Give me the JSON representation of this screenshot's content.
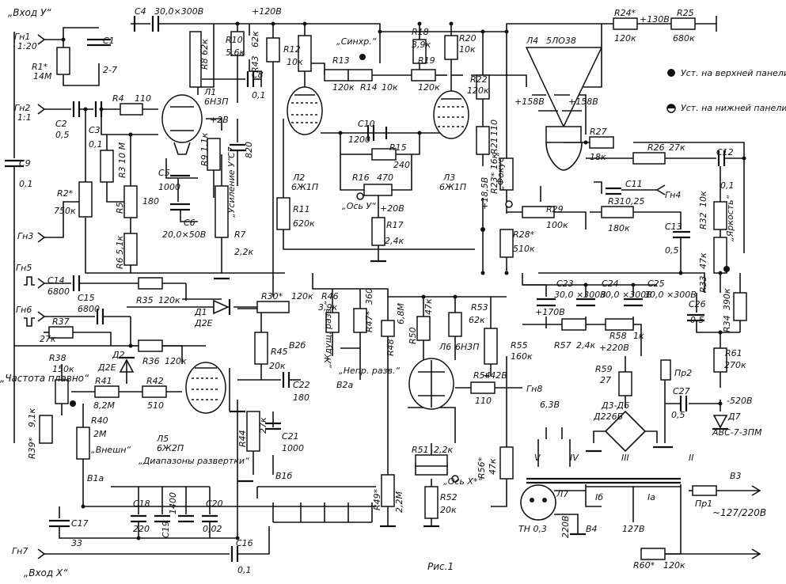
{
  "figure_caption": "Рис.1",
  "inputs": {
    "vhod_y": "„Вход У“",
    "vhod_x": "„Вход Х“",
    "gn1": "Гн1",
    "gn1_ratio": "1:20",
    "gn2": "Гн2",
    "gn2_ratio": "1:1",
    "gn3": "Гн3",
    "gn4": "Гн4",
    "gn5": "Гн5",
    "gn6": "Гн6",
    "gn7": "Гн7",
    "gn8": "Гн8"
  },
  "rails": {
    "plus120": "+120В",
    "plus130": "+130В",
    "plus42": "+42В",
    "plus2": "+2В",
    "plus20": "+20В",
    "plus158a": "+158В",
    "plus158b": "+158В",
    "minus520": "-520В",
    "plus185": "+18,5В",
    "plus220": "+220В",
    "plus170": "+170В",
    "v63": "6,3В",
    "v127": "127В",
    "v220": "220В",
    "mains": "~127/220В"
  },
  "tubes": {
    "l1": "Л1",
    "l1_type": "6Н3П",
    "l2": "Л2",
    "l2_type": "6Ж1П",
    "l3": "Л3",
    "l3_type": "6Ж1П",
    "l4": "Л4",
    "l4_type": "5ЛО38",
    "l5": "Л5",
    "l5_type": "6Ж2П",
    "l6": "Л6",
    "l6_type": "6Н3П",
    "l7": "Л7",
    "l7_type": "ТН 0,3"
  },
  "resistors": {
    "r1": "R1*",
    "r1_val": "14М",
    "r2": "R2*",
    "r2_val": "750к",
    "r3": "R3 10 М",
    "r4": "R4",
    "r4_val": "110",
    "r5": "R5",
    "r5_val": "180",
    "r6": "R6 5,1к",
    "r7": "R7",
    "r7_val": "2,2к",
    "r8": "R8 62к",
    "r9": "R9 1,1к",
    "r10": "R10",
    "r10_val": "5,6к",
    "r11": "R11",
    "r11_val": "620к",
    "r12": "R12",
    "r12_val": "10к",
    "r13": "R13",
    "r13_val": "120к",
    "r14": "R14",
    "r14_val": "10к",
    "r15": "R15",
    "r15_val": "240",
    "r16": "R16",
    "r16_val": "470",
    "r17": "R17",
    "r17_val": "2,4к",
    "r18": "R18",
    "r18_val": "3,9к",
    "r19": "R19",
    "r19_val": "120к",
    "r20": "R20",
    "r20_val": "10к",
    "r21": "R21",
    "r21_val": "110",
    "r22": "R22",
    "r22_val": "120к",
    "r23": "R23* 16к",
    "r24": "R24*",
    "r24_val": "120к",
    "r25": "R25",
    "r25_val": "680к",
    "r26": "R26",
    "r26_val": "27к",
    "r27": "R27",
    "r27_val": "18к",
    "r28": "R28*",
    "r28_val": "510к",
    "r29": "R29",
    "r29_val": "100к",
    "r30": "R30*",
    "r30_val": "120к",
    "r31": "R31",
    "r31_val": "180к",
    "r32": "R32",
    "r32_val": "10к",
    "r33": "R33",
    "r33_val": "47к",
    "r34": "R34",
    "r34_val": "390к",
    "r35": "R35",
    "r35_val": "120к",
    "r36": "R36",
    "r36_val": "120к",
    "r37": "R37",
    "r37_val": "27к",
    "r38": "R38",
    "r38_val": "150к",
    "r39": "R39*",
    "r39_val": "9,1к",
    "r40": "R40",
    "r40_val": "2М",
    "r41": "R41",
    "r41_val": "8,2М",
    "r42": "R42",
    "r42_val": "510",
    "r43": "R43",
    "r43_val": "62к",
    "r44": "R44",
    "r44_val": "27к",
    "r45": "R45",
    "r45_val": "20к",
    "r46": "R46",
    "r46_val": "3,9к",
    "r47": "R47*",
    "r47_val": "360",
    "r48": "R48",
    "r48_val": "6,8М",
    "r49": "R49*",
    "r49_val": "2,2М",
    "r50": "R50",
    "r50_val": "47к",
    "r51": "R51",
    "r51_val": "2,2к",
    "r52": "R52",
    "r52_val": "20к",
    "r53": "R53",
    "r53_val": "62к",
    "r54": "R54",
    "r54_val": "110",
    "r55": "R55",
    "r55_val": "160к",
    "r56": "R56*",
    "r56_val": "47к",
    "r57": "R57",
    "r57_val": "2,4к",
    "r58": "R58",
    "r58_val": "1к",
    "r59": "R59",
    "r59_val": "27",
    "r60": "R60*",
    "r60_val": "120к",
    "r61": "R61",
    "r61_val": "270к"
  },
  "capacitors": {
    "c1": "C1",
    "c1_val": "2-7",
    "c2": "C2",
    "c2_val": "0,5",
    "c3": "C3",
    "c3_val": "0,1",
    "c4": "C4",
    "c4_val": "30,0×300В",
    "c5": "C5",
    "c5_val": "1000",
    "c6": "C6",
    "c6_val": "20,0×50В",
    "c7": "C7",
    "c7_val": "820",
    "c8": "C8",
    "c8_val": "0,1",
    "c9": "C9",
    "c9_val": "0,1",
    "c10": "C10",
    "c10_val": "1200",
    "c11": "C11",
    "c11_val": "0,25",
    "c12": "C12",
    "c12_val": "0,1",
    "c13": "C13",
    "c13_val": "0,5",
    "c14": "C14",
    "c14_val": "6800",
    "c15": "C15",
    "c15_val": "6800",
    "c16": "C16",
    "c16_val": "0,1",
    "c17": "C17",
    "c17_val": "33",
    "c18": "C18",
    "c18_val": "220",
    "c19": "C19",
    "c19_val": "1400",
    "c20": "C20",
    "c20_val": "0,02",
    "c21": "C21",
    "c21_val": "1000",
    "c22": "C22",
    "c22_val": "180",
    "c23": "C23",
    "c23_val": "30,0 ×300В",
    "c24": "C24",
    "c24_val": "30,0 ×300В",
    "c25": "C25",
    "c25_val": "30,0 ×300В",
    "c26": "C26",
    "c26_val": "0,5",
    "c27": "C27",
    "c27_val": "0,5"
  },
  "diodes": {
    "d1": "Д1",
    "d1_type": "Д2Е",
    "d2": "Д2",
    "d2_type": "Д2Е",
    "d3": "Д3-Д6",
    "d3_type": "Д226Б",
    "d7": "Д7",
    "d7_type": "АВС-7-3ПМ"
  },
  "controls": {
    "sinhr": "„Синхр.“",
    "usilenie_y": "„Усиление У“",
    "os_y": "„Ось У“",
    "os_x": "„Ось Х*“",
    "fokus": "„Фокус“",
    "yarkost": "„Яркость“",
    "chastota": "„Частота плавно“",
    "vnesh": "„Внешн“",
    "diapazony": "„Диапазоны развертки“",
    "zhdushch": "„Ждущ. разв.“",
    "nepr": "„Непр. разв.“"
  },
  "switches": {
    "b1a": "В1а",
    "b1b": "В1б",
    "b2a": "В2а",
    "b2b": "В2б",
    "b3": "В3",
    "b4": "В4",
    "pr1": "Пр1",
    "pr2": "Пр2"
  },
  "legend": {
    "upper": "Уст. на верхней панели",
    "lower": "Уст. на нижней панели"
  },
  "transformer": {
    "w1a": "Iа",
    "w1b": "Iб",
    "w2": "II",
    "w3": "III",
    "w4": "IV",
    "w5": "V"
  }
}
